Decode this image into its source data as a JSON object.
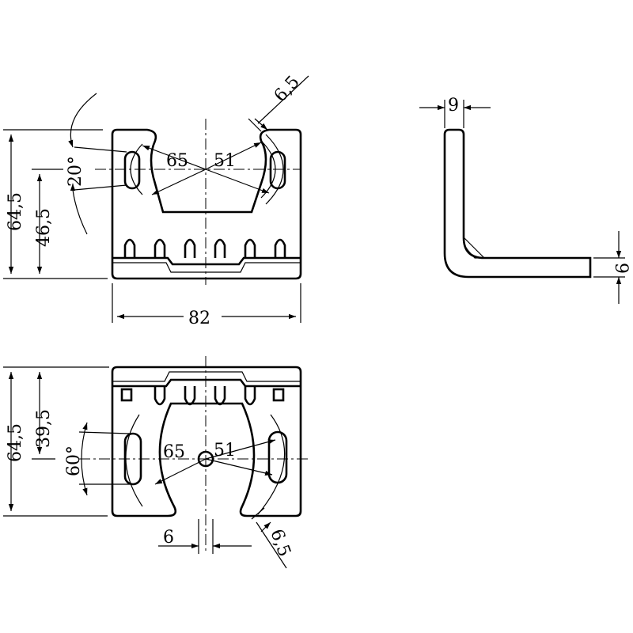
{
  "top_view": {
    "height_overall": "64,5",
    "height_partial": "46,5",
    "angle": "20°",
    "radius_large": "65",
    "radius_small": "51",
    "slot_width": "6,5",
    "width": "82"
  },
  "side_view": {
    "thickness_top": "9",
    "thickness_right": "9"
  },
  "bottom_view": {
    "height_overall": "64,5",
    "height_partial": "39,5",
    "angle": "60°",
    "radius_large": "65",
    "radius_small": "51",
    "hole_offset": "6",
    "slot_width": "6,5"
  },
  "colors": {
    "line": "#000000",
    "background": "#ffffff"
  }
}
